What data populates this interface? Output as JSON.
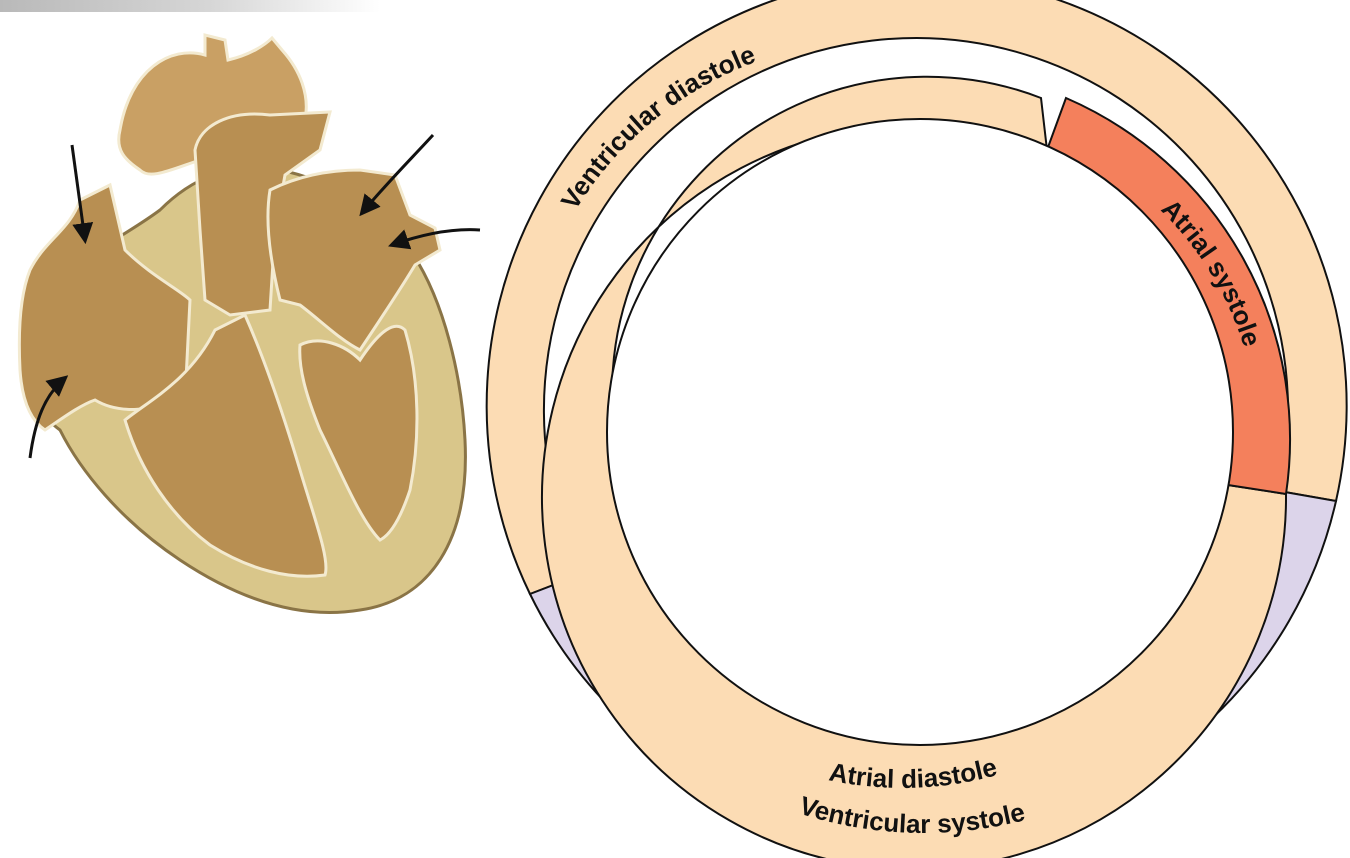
{
  "colors": {
    "diastole": "#fcdcb4",
    "atrial_systole": "#f4805c",
    "ventricular_systole": "#dcd4ea",
    "outline": "#111111",
    "heart_wall": "#d9c68a",
    "heart_chamber": "#b88f52",
    "heart_vessel": "#c9a064",
    "arrow": "#111111"
  },
  "cycle": {
    "outer_ring": {
      "ventricular_diastole": "Ventricular diastole",
      "ventricular_systole": "Ventricular systole"
    },
    "inner_ring": {
      "atrial_systole": "Atrial systole",
      "atrial_diastole": "Atrial diastole"
    }
  },
  "illustration": {
    "icon": "heart-cross-section-illustration",
    "arrow_count": 4
  }
}
